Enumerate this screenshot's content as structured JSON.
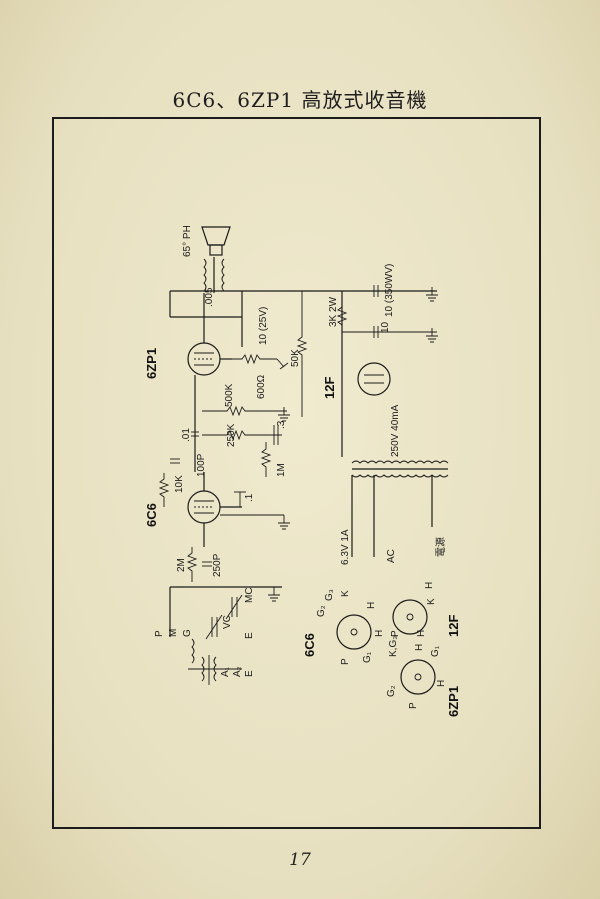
{
  "page": {
    "title": "6C6、6ZP1 高放式收音機",
    "page_number": "17"
  },
  "tubes": {
    "output": "6ZP1",
    "detector": "6C6",
    "rectifier": "12F"
  },
  "components": {
    "speaker": "65° PH",
    "c_out": ".005",
    "c_cath": "10 (25V)",
    "r_600": "600Ω",
    "r_500k": "500K",
    "r_50k": "50K",
    "c_01": ".01",
    "r_250k": "250K",
    "c_3": ".3",
    "r_1m": "1M",
    "c_100p": "100P",
    "r_10k": "10K",
    "c_1": ".1",
    "r_2m": "2M",
    "c_250p": "250P",
    "vc": "VC",
    "mc": "MC",
    "r_3k": "3K 2W",
    "c_10_350": "10 (350WV)",
    "c_10": "10",
    "transformer": "250V 40mA",
    "heater": "6.3V 1A",
    "ac": "AC",
    "power": "電源"
  },
  "coil_taps": [
    "P",
    "M",
    "G",
    "E"
  ],
  "antenna": [
    "A₁",
    "A₂",
    "E"
  ],
  "pinouts": {
    "c6_label": "6C6",
    "zp1_label": "6ZP1",
    "f12_label": "12F",
    "c6_pins": [
      "G₂",
      "G₃",
      "K",
      "H",
      "H",
      "P",
      "G₁"
    ],
    "zp1_pins": [
      "G₂",
      "P",
      "K,G₃",
      "H",
      "H",
      "G₁"
    ],
    "f12_pins": [
      "P",
      "H",
      "K",
      "H"
    ]
  }
}
